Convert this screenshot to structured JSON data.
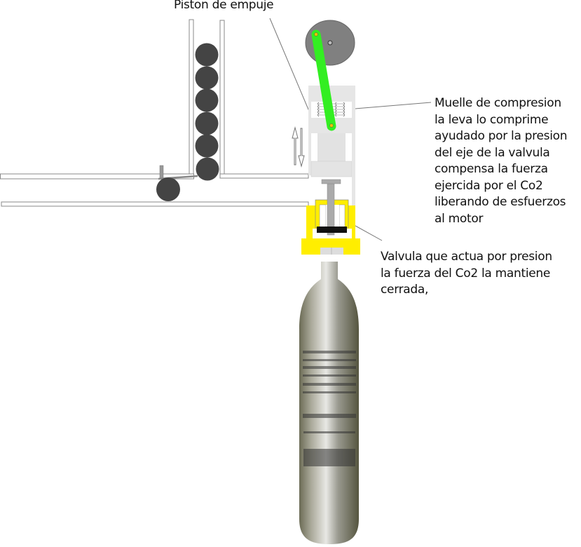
{
  "labels": {
    "piston": "Piston de empuje",
    "spring": [
      "Muelle de compresion",
      "la leva lo comprime",
      "ayudado por la presion",
      "del eje de la valvula",
      "compensa la fuerza",
      "ejercida por el Co2",
      "liberando de esfuerzos",
      "al motor"
    ],
    "valve": [
      "Valvula que actua por presion",
      "la fuerza del Co2 la mantiene",
      "cerrada,"
    ]
  },
  "colors": {
    "link": "#33ee22",
    "valve_body": "#ffee00",
    "balls": "#444444",
    "wheel": "#808080",
    "housing": "#e6e6e6"
  }
}
